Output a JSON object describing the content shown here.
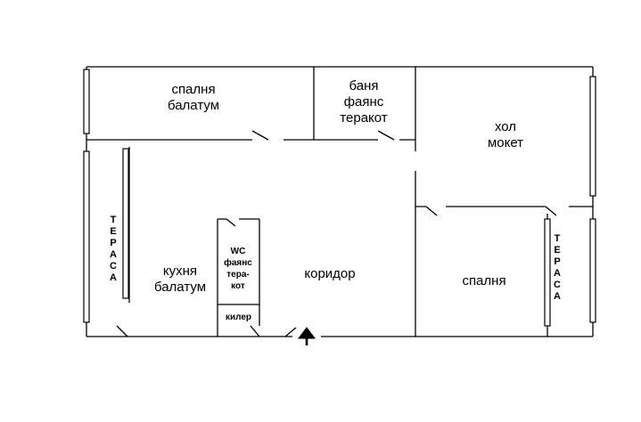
{
  "rooms": {
    "bedroom_top": {
      "name": "спалня",
      "floor": "балатум"
    },
    "bathroom": {
      "name": "баня",
      "wall": "фаянс",
      "floor": "теракот"
    },
    "hall": {
      "name": "хол",
      "floor": "мокет"
    },
    "terrace_left": "ТЕРАСА",
    "kitchen": {
      "name": "кухня",
      "floor": "балатум"
    },
    "wc": {
      "name": "WC",
      "wall": "фаянс",
      "floor_line1": "тера-",
      "floor_line2": "кот"
    },
    "pantry": "килер",
    "corridor": "коридор",
    "bedroom_right": "спалня",
    "terrace_right": "ТЕРАСА"
  },
  "icons": {
    "entrance": "entrance-arrow-icon"
  }
}
